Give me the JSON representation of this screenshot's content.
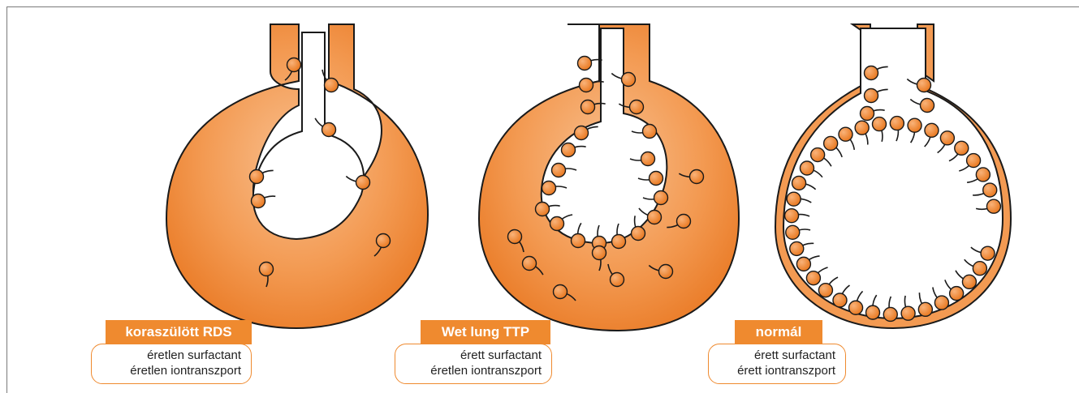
{
  "colors": {
    "tissue": "#f39a52",
    "tissue_dark": "#e97b25",
    "tissue_light": "#f8be8c",
    "molecule": "#f0862c",
    "label_bg": "#ef8a2f",
    "outline": "#1a1a1a"
  },
  "panels": [
    {
      "title": "koraszülött RDS",
      "lines": [
        "éretlen surfactant",
        "éretlen iontranszport"
      ]
    },
    {
      "title": "Wet lung TTP",
      "lines": [
        "érett surfactant",
        "éretlen iontranszport"
      ]
    },
    {
      "title": "normál",
      "lines": [
        "érett surfactant",
        "érett iontranszport"
      ]
    }
  ]
}
